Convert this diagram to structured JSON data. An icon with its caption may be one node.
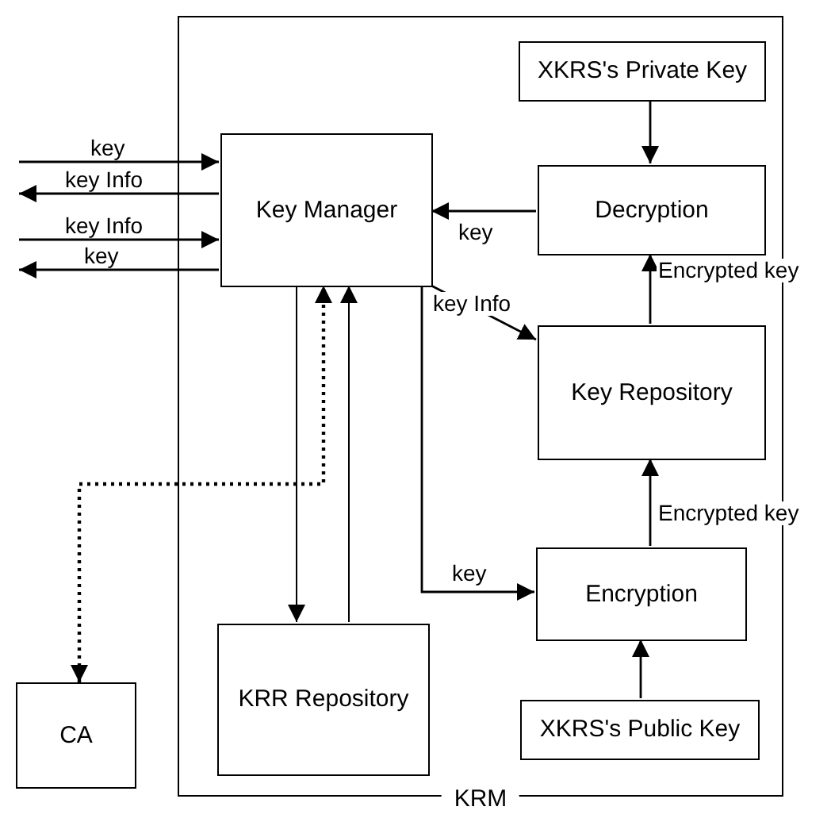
{
  "diagram": {
    "nodes": [
      {
        "text": [
          "KRM"
        ]
      },
      {
        "text": [
          "XKRS's Private Key"
        ],
        "in": 0
      },
      {
        "text": [
          "Key Manager"
        ],
        "in": 0
      },
      {
        "text": [
          "Decryption"
        ],
        "in": 0
      },
      {
        "text": [
          "Key Repository"
        ],
        "in": 0
      },
      {
        "text": [
          "Encryption"
        ],
        "in": 0
      },
      {
        "text": [
          "KRR Repository"
        ],
        "in": 0
      },
      {
        "text": [
          "XKRS's Public Key"
        ],
        "in": 0
      },
      {
        "text": [
          "CA"
        ]
      }
    ],
    "edges": [
      {
        "from": null,
        "to": 2,
        "arrow": "to",
        "label": "key"
      },
      {
        "from": 2,
        "to": null,
        "arrow": "to",
        "label": "key Info"
      },
      {
        "from": null,
        "to": 2,
        "arrow": "to",
        "label": "key Info"
      },
      {
        "from": 2,
        "to": null,
        "arrow": "to",
        "label": "key"
      },
      {
        "from": 1,
        "to": 3,
        "arrow": "to"
      },
      {
        "from": 3,
        "to": 2,
        "arrow": "to",
        "label": "key"
      },
      {
        "from": 2,
        "to": 4,
        "arrow": "to",
        "label": "key Info"
      },
      {
        "from": 4,
        "to": 3,
        "arrow": "to",
        "label": "Encrypted key"
      },
      {
        "from": 5,
        "to": 4,
        "arrow": "to",
        "label": "Encrypted key"
      },
      {
        "from": 7,
        "to": 5,
        "arrow": "to"
      },
      {
        "from": 2,
        "to": 5,
        "arrow": "to",
        "label": "key"
      },
      {
        "from": 2,
        "to": 6,
        "arrow": "to"
      },
      {
        "from": 6,
        "to": 2,
        "arrow": "to"
      },
      {
        "from": 8,
        "to": 2,
        "arrow": "both",
        "style": "dashed"
      }
    ]
  }
}
